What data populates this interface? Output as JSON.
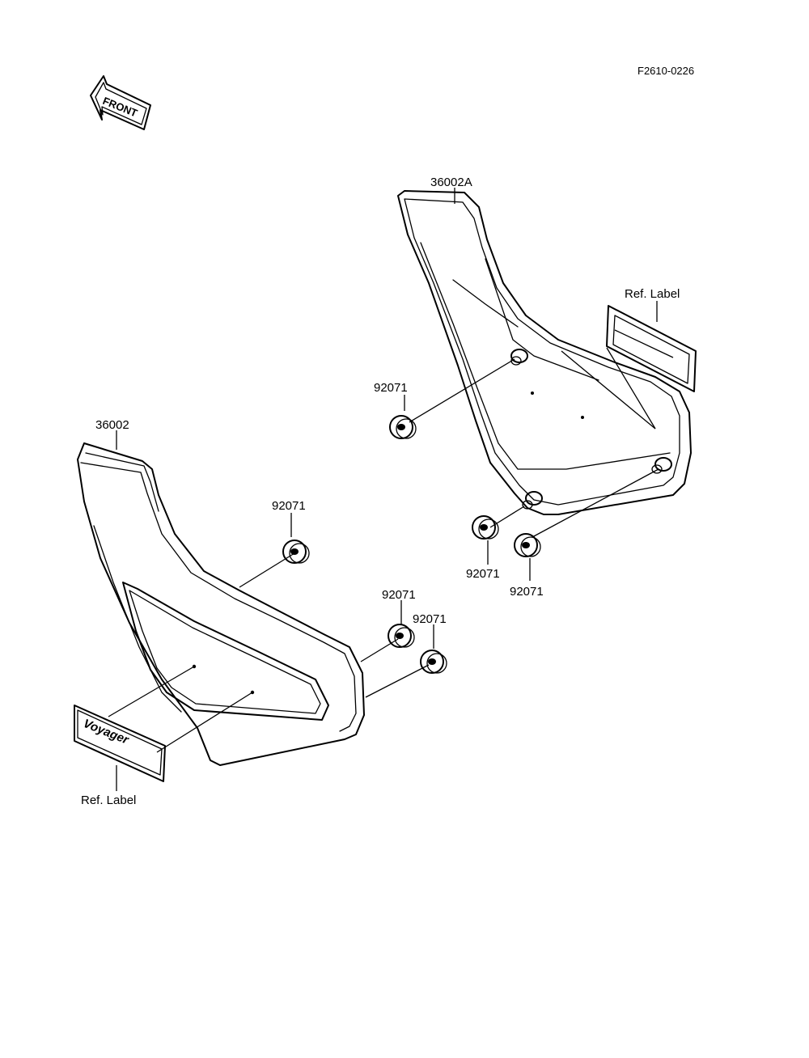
{
  "figure_code": "F2610-0226",
  "front_arrow": "FRONT",
  "emblem_text": "Voyager",
  "parts": {
    "side_cover_right": "36002A",
    "side_cover_left": "36002",
    "grommet_a": "92071",
    "grommet_b": "92071",
    "grommet_c": "92071",
    "grommet_d": "92071",
    "grommet_e": "92071",
    "grommet_f": "92071",
    "ref_label_right": "Ref. Label",
    "ref_label_left": "Ref. Label"
  }
}
